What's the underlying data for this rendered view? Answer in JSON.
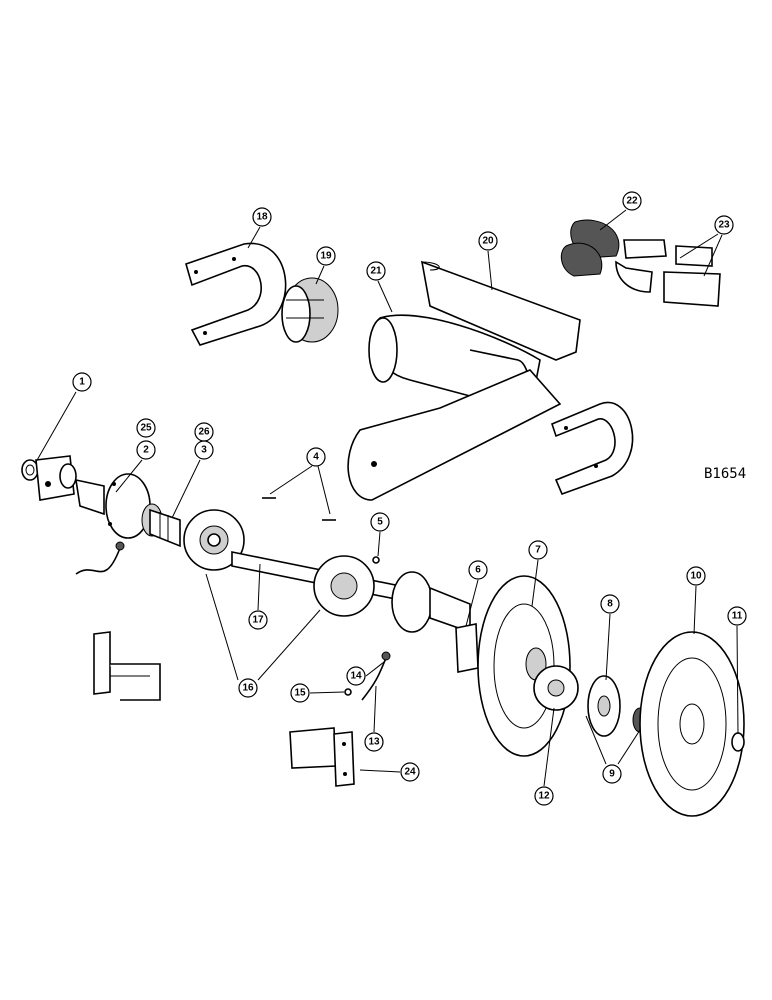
{
  "drawing_id": "B1654",
  "callouts": [
    "1",
    "2",
    "3",
    "4",
    "5",
    "6",
    "7",
    "8",
    "9",
    "10",
    "11",
    "12",
    "13",
    "14",
    "15",
    "16",
    "17",
    "18",
    "19",
    "20",
    "21",
    "22",
    "23",
    "24",
    "25",
    "26"
  ]
}
